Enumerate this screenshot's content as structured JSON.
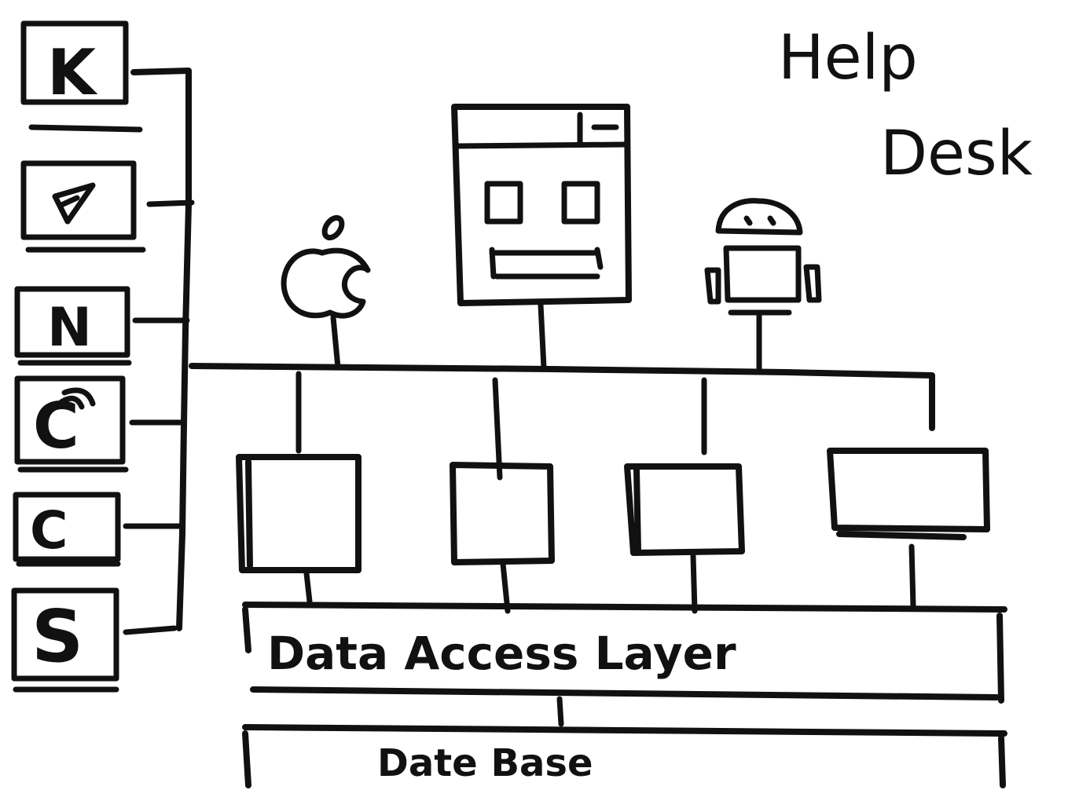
{
  "title": {
    "line1": "Help",
    "line2": "Desk"
  },
  "channels": [
    {
      "letter": "K",
      "icon": "vk-icon"
    },
    {
      "letter": "",
      "icon": "telegram-icon"
    },
    {
      "letter": "N",
      "icon": "n-messenger-icon"
    },
    {
      "letter": "C",
      "icon": "viber-icon"
    },
    {
      "letter": "C",
      "icon": "whatsapp-icon"
    },
    {
      "letter": "S",
      "icon": "skype-icon"
    }
  ],
  "clients": [
    {
      "icon": "apple-icon"
    },
    {
      "icon": "web-browser-window-icon"
    },
    {
      "icon": "android-icon"
    }
  ],
  "layers": {
    "data_access": "Data Access Layer",
    "database": "Date Base"
  },
  "colors": {
    "ink": "#111111",
    "paper": "#ffffff"
  }
}
